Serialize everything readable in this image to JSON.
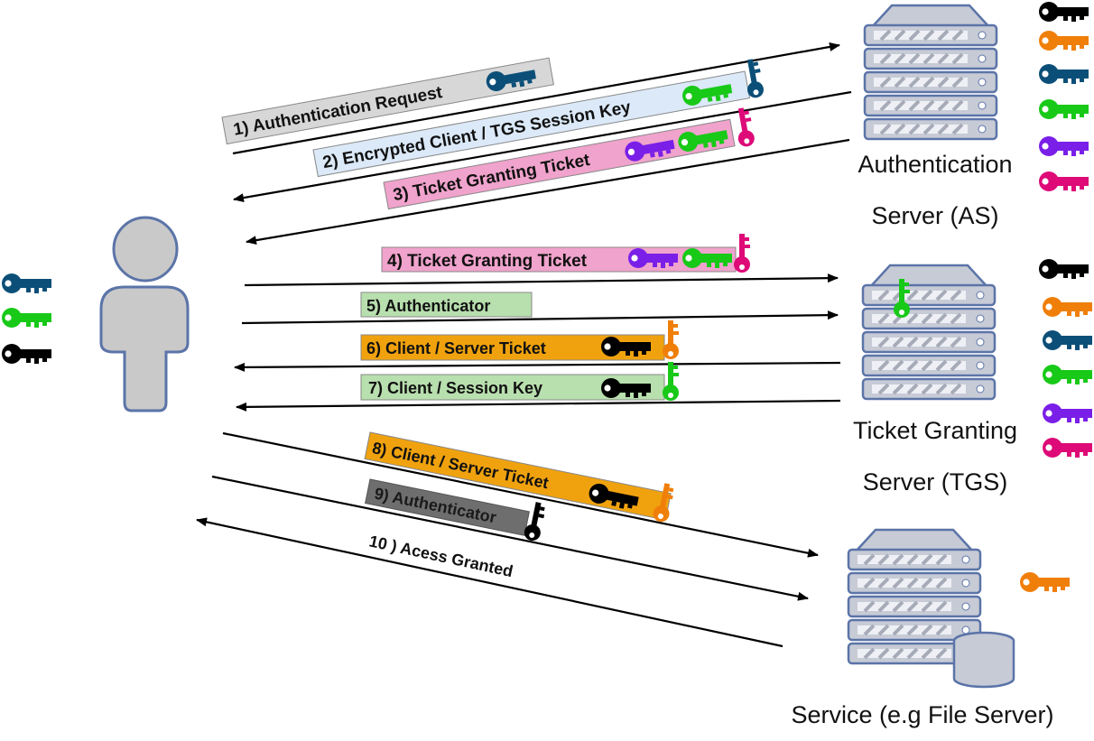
{
  "servers": {
    "as": {
      "line1": "Authentication",
      "line2": "Server (AS)"
    },
    "tgs": {
      "line1": "Ticket Granting",
      "line2": "Server (TGS)"
    },
    "service": {
      "label": "Service (e.g File Server)"
    }
  },
  "messages": {
    "m1": "1) Authentication Request",
    "m2": "2) Encrypted Client / TGS Session Key",
    "m3": "3) Ticket Granting Ticket",
    "m4": "4) Ticket Granting Ticket",
    "m5": "5) Authenticator",
    "m6": "6) Client / Server Ticket",
    "m7": "7) Client / Session Key",
    "m8": "8) Client / Server Ticket",
    "m9": "9) Authenticator",
    "m10": "10 ) Acess Granted"
  },
  "colors": {
    "key_black": "#000000",
    "key_orange": "#f07f09",
    "key_teal": "#0b4f78",
    "key_green": "#18c918",
    "key_purple": "#7a1fe8",
    "key_pink": "#dd0a78",
    "box_gray": "#d7d7d7",
    "box_blue": "#dbe9f8",
    "box_pink": "#f0a3cc",
    "box_green": "#b8dfae",
    "box_orange": "#f0a20e",
    "box_dark": "#6e6e6e",
    "server_fill": "#c7cbd6",
    "server_stroke": "#5b74a8",
    "user_fill": "#c9c9c9"
  }
}
